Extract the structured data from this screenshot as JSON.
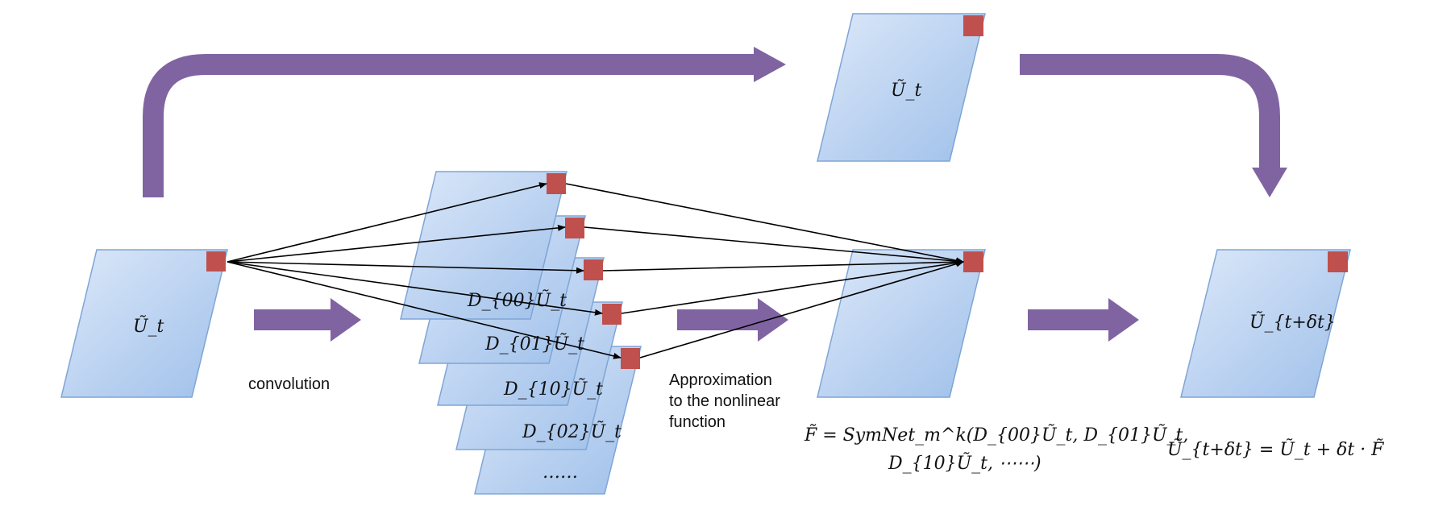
{
  "labels": {
    "input_state": "Ũ_t",
    "skip_state": "Ũ_t",
    "output_state": "Ũ_{t+δt}",
    "conv_text": "convolution",
    "approx_line1": "Approximation",
    "approx_line2": "to the nonlinear",
    "approx_line3": "function",
    "d00": "D_{00}Ũ_t",
    "d01": "D_{01}Ũ_t",
    "d10": "D_{10}Ũ_t",
    "d02": "D_{02}Ũ_t",
    "dots": "……",
    "formula_f_line1": "F̃ = SymNet_m^k(D_{00}Ũ_t, D_{01}Ũ_t,",
    "formula_f_line2": "D_{10}Ũ_t, ⋯⋯)",
    "formula_update": "Ũ_{t+δt} = Ũ_t + δt · F̃"
  },
  "colors": {
    "sheet_fill_top": "#dbe7f8",
    "sheet_fill_bottom": "#a4c3ea",
    "sheet_stroke": "#7ea5d6",
    "marker": "#c0504d",
    "flow_arrow": "#8064a2",
    "connector": "#000000"
  }
}
